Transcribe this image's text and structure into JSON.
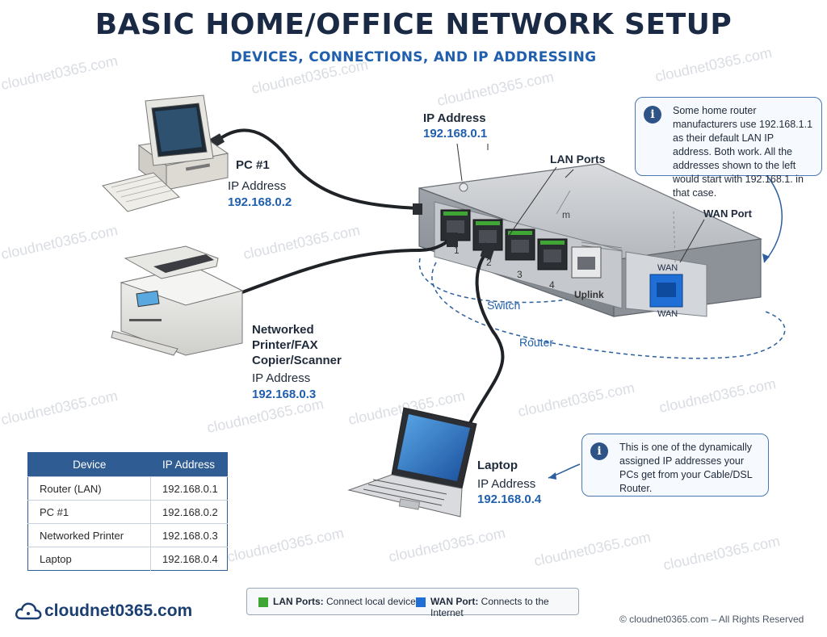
{
  "title": "BASIC HOME/OFFICE NETWORK SETUP",
  "subtitle": "DEVICES, CONNECTIONS, AND IP ADDRESSING",
  "watermark": "cloudnet0365.com",
  "pc": {
    "name": "PC #1",
    "ip_label": "IP Address",
    "ip": "192.168.0.2"
  },
  "printer": {
    "name_lines": [
      "Networked",
      "Printer/FAX",
      "Copier/Scanner"
    ],
    "ip_label": "IP Address",
    "ip": "192.168.0.3"
  },
  "laptop": {
    "name": "Laptop",
    "ip_label": "IP Address",
    "ip": "192.168.0.4"
  },
  "router": {
    "ip_label": "IP Address",
    "ip": "192.168.0.1",
    "lan_ports_label": "LAN Ports",
    "wan_port_label": "WAN Port",
    "port_labels": [
      "1",
      "2",
      "3",
      "4",
      "Uplink"
    ],
    "wan_top": "WAN",
    "wan_bottom": "WAN",
    "switch_label": "Switch",
    "router_label": "Router",
    "badge": "m"
  },
  "notes": {
    "router_note": "Some home router manufacturers use 192.168.1.1 as their default LAN IP address. Both work. All the addresses shown to the left would start with 192.168.1. in that case.",
    "laptop_note": "This is one of the dynamically assigned IP addresses your PCs get from your Cable/DSL Router.",
    "info_glyph": "i"
  },
  "table": {
    "headers": [
      "Device",
      "IP Address"
    ],
    "rows": [
      [
        "Router (LAN)",
        "192.168.0.1"
      ],
      [
        "PC #1",
        "192.168.0.2"
      ],
      [
        "Networked Printer",
        "192.168.0.3"
      ],
      [
        "Laptop",
        "192.168.0.4"
      ]
    ]
  },
  "legend": {
    "lan_key": "LAN Ports:",
    "lan_text": "Connect local devices",
    "wan_key": "WAN Port:",
    "wan_text": "Connects to the Internet",
    "lan_color": "#3fa535",
    "wan_color": "#1f6fd6"
  },
  "brand": "cloudnet0365.com",
  "copyright": "© cloudnet0365.com – All Rights Reserved"
}
